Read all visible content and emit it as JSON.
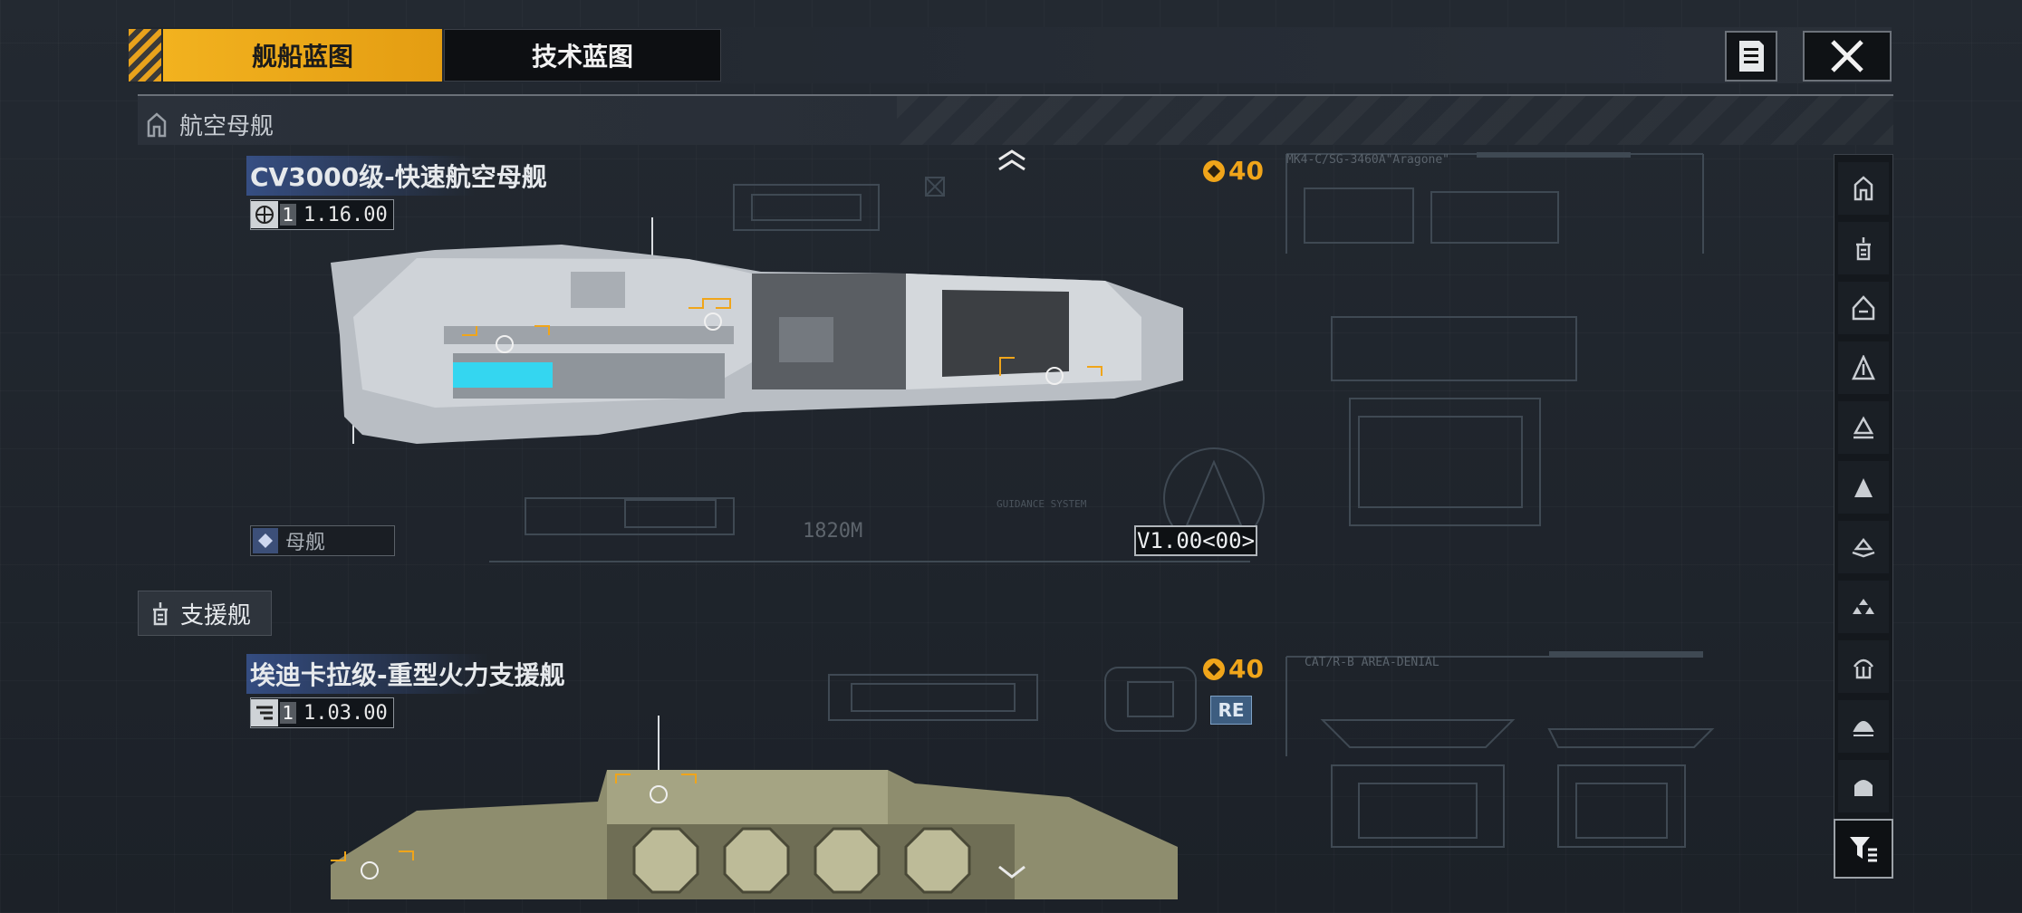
{
  "tabs": [
    {
      "label": "舰船蓝图",
      "active": true
    },
    {
      "label": "技术蓝图",
      "active": false
    }
  ],
  "sections": {
    "carrier": {
      "title": "航空母舰"
    },
    "support": {
      "title": "支援舰"
    }
  },
  "ships": [
    {
      "name": "CV3000级-快速航空母舰",
      "version_num": "1",
      "version": "1.16.00",
      "cost": "40",
      "type_label": "母舰",
      "code": "V1.00<00>",
      "length": "1820M",
      "blueprint_label": "MK4-C/SG-3460A\"Aragone\""
    },
    {
      "name": "埃迪卡拉级-重型火力支援舰",
      "version_num": "1",
      "version": "1.03.00",
      "cost": "40",
      "badge": "RE",
      "blueprint_label": "CAT/R-B AREA-DENIAL"
    }
  ],
  "colors": {
    "accent": "#f2b21f",
    "background": "#1e232a",
    "highlight": "#34d6f0"
  },
  "icons": {
    "doc": "document-icon",
    "close": "close-icon",
    "filter": "filter-icon"
  },
  "sidebar_filters": [
    "carrier-class-icon",
    "support-class-icon",
    "battleship-class-icon",
    "destroyer-class-icon",
    "frigate-class-icon",
    "corvette-class-icon",
    "fighter-class-icon",
    "drone-class-icon",
    "cruiser-class-icon",
    "dome-class-icon",
    "misc-class-icon"
  ]
}
